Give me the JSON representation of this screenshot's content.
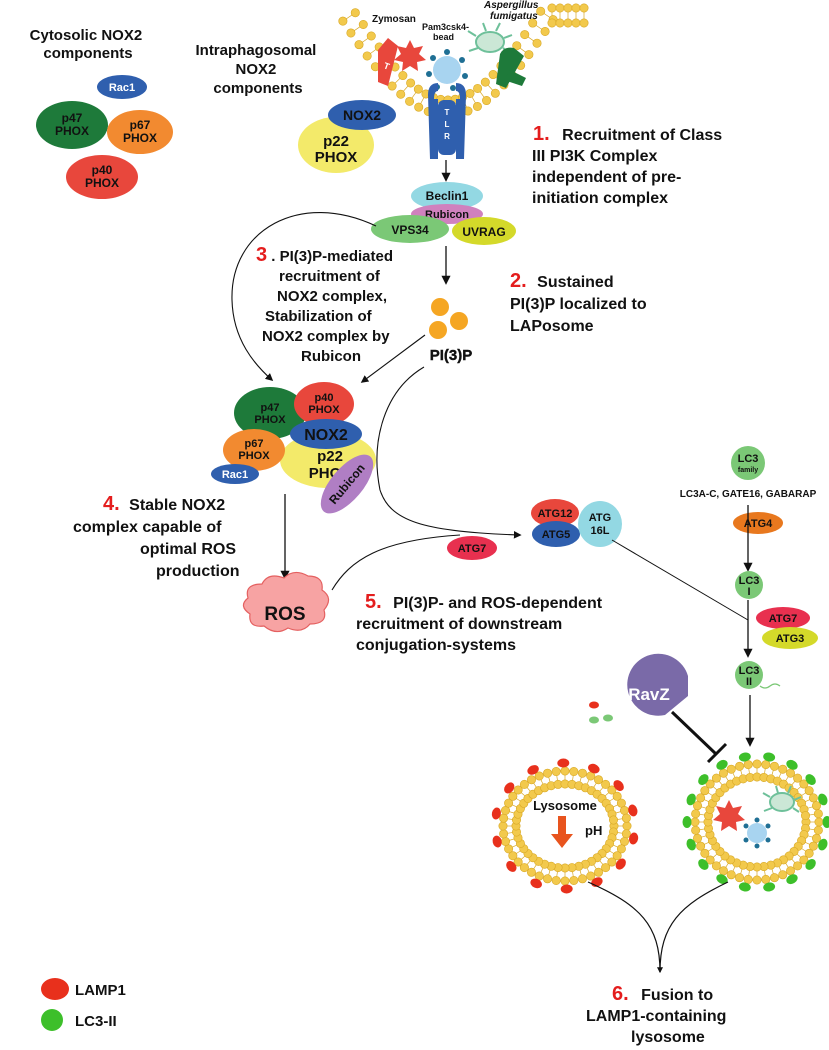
{
  "top_left": {
    "cytosolic_title": [
      "Cytosolic NOX2",
      "components"
    ],
    "intraphagosomal_title": [
      "Intraphagosomal",
      "NOX2",
      "components"
    ],
    "rac1": "Rac1",
    "p47": [
      "p47",
      "PHOX"
    ],
    "p67": [
      "p67",
      "PHOX"
    ],
    "p40": [
      "p40",
      "PHOX"
    ]
  },
  "membrane": {
    "zymosan": "Zymosan",
    "pam3csk4": [
      "Pam3csk4-",
      "bead"
    ],
    "aspergillus": [
      "Aspergillus",
      "fumigatus"
    ],
    "tlr": "TLR",
    "nox2": "NOX2",
    "p22": [
      "p22",
      "PHOX"
    ]
  },
  "pi3k": {
    "beclin1": "Beclin1",
    "rubicon": "Rubicon",
    "vps34": "VPS34",
    "uvrag": "UVRAG",
    "pi3p": "PI(3)P"
  },
  "steps": [
    {
      "number": "1.",
      "lines": [
        "Recruitment of Class",
        "III PI3K Complex",
        "independent of pre-",
        "initiation complex"
      ]
    },
    {
      "number": "2.",
      "lines": [
        "Sustained",
        "PI(3)P localized to",
        "LAPosome"
      ]
    },
    {
      "number": "3",
      "lines": [
        ". PI(3)P-mediated",
        "recruitment of",
        "NOX2 complex,",
        "Stabilization of",
        "NOX2 complex by",
        "Rubicon"
      ]
    },
    {
      "number": "4.",
      "lines": [
        "Stable NOX2",
        "complex capable of",
        "optimal ROS",
        "production"
      ]
    },
    {
      "number": "5.",
      "lines": [
        "PI(3)P- and ROS-dependent",
        "recruitment of downstream",
        "conjugation-systems"
      ]
    },
    {
      "number": "6.",
      "lines": [
        "Fusion to",
        "LAMP1-containing",
        "lysosome"
      ]
    }
  ],
  "complex": {
    "p47": [
      "p47",
      "PHOX"
    ],
    "p40": [
      "p40",
      "PHOX"
    ],
    "nox2": "NOX2",
    "p67": [
      "p67",
      "PHOX"
    ],
    "p22": [
      "p22",
      "PHOX"
    ],
    "rac1": "Rac1",
    "rubicon": "Rubicon",
    "ros": "ROS"
  },
  "conjugation": {
    "atg12": "ATG12",
    "atg5": "ATG5",
    "atg16l": [
      "ATG",
      "16L"
    ],
    "atg7_left": "ATG7",
    "lc3_family": [
      "LC3",
      "family"
    ],
    "lc3_members": "LC3A-C, GATE16, GABARAP",
    "atg4": "ATG4",
    "lc3_i": [
      "LC3",
      "I"
    ],
    "atg7": "ATG7",
    "atg3": "ATG3",
    "lc3_ii": [
      "LC3",
      "II"
    ],
    "ravz": "RavZ"
  },
  "lysosome": {
    "label": "Lysosome",
    "ph": "pH"
  },
  "legend": [
    {
      "label": "LAMP1",
      "color": "#e8301c"
    },
    {
      "label": "LC3-II",
      "color": "#3dbf2a"
    }
  ],
  "colors": {
    "membrane_head": "#f2c94c",
    "membrane_tail": "#d8a825",
    "step_number": "#e41d1d"
  }
}
